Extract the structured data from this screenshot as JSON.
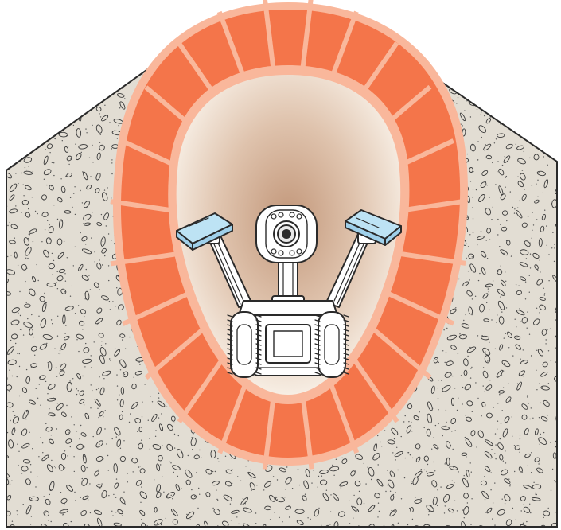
{
  "colors": {
    "soil": "#e2ddd3",
    "soil_outline": "#2a2a2a",
    "brick": "#f4754a",
    "mortar": "#f9b79b",
    "void_light": "#f7eee4",
    "void_dark": "#c2977a",
    "robot_body": "#ffffff",
    "robot_line": "#2a2a2a",
    "sensor_pad": "#bde3f4"
  },
  "icons": {
    "soil": "soil-with-pebbles",
    "culvert": "brick-arch-culvert",
    "robot": "tracked-inspection-robot",
    "camera": "robot-camera-head"
  }
}
